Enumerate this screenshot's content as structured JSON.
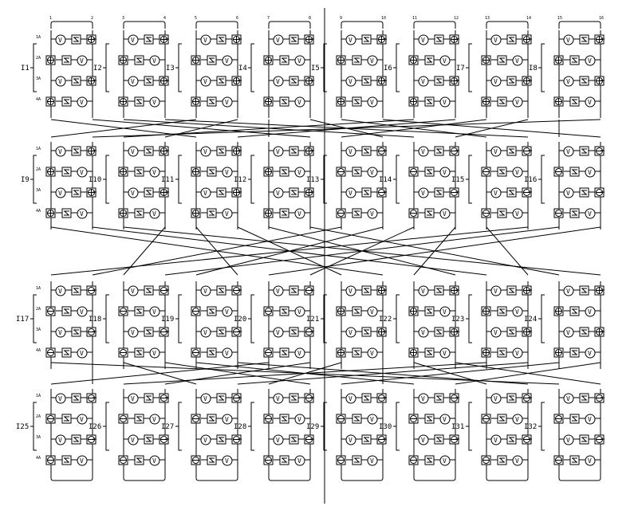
{
  "top_labels": [
    "1",
    "2",
    "3",
    "4",
    "5",
    "6",
    "7",
    "8",
    "9",
    "10",
    "11",
    "12",
    "13",
    "14",
    "15",
    "16"
  ],
  "module_labels": [
    "I1",
    "I2",
    "I3",
    "I4",
    "I5",
    "I6",
    "I7",
    "I8",
    "I9",
    "I10",
    "I11",
    "I12",
    "I13",
    "I14",
    "I15",
    "I16",
    "I17",
    "I18",
    "I19",
    "I20",
    "I21",
    "I22",
    "I23",
    "I24",
    "I25",
    "I26",
    "I27",
    "I28",
    "I29",
    "I30",
    "I31",
    "I32"
  ],
  "side_tags": [
    "1A",
    "2A",
    "3A",
    "4A"
  ],
  "glyphs": {
    "v": "V",
    "plus": "⊕",
    "minus": "⊖"
  },
  "module_kinds": [
    "plus",
    "plus",
    "plus",
    "plus",
    "plus",
    "plus",
    "plus",
    "plus",
    "plus",
    "plus",
    "plus",
    "plus",
    "minus",
    "minus",
    "minus",
    "minus",
    "minus",
    "minus",
    "minus",
    "minus",
    "plus",
    "plus",
    "plus",
    "plus",
    "minus",
    "minus",
    "minus",
    "minus",
    "minus",
    "minus",
    "minus",
    "minus"
  ]
}
